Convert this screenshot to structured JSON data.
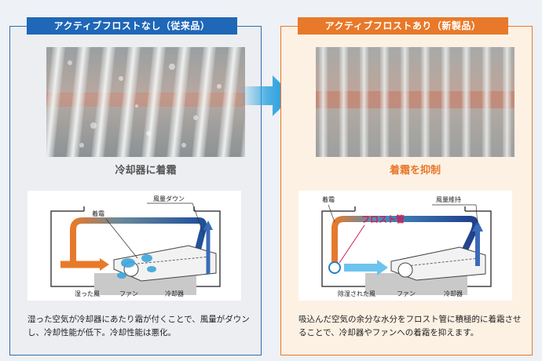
{
  "left": {
    "title": "アクティブフロストなし（従来品）",
    "caption": "冷却器に着霜",
    "labels": {
      "airflow_down": "風量ダウン",
      "frost": "着霜",
      "humid_air": "湿った風",
      "fan": "ファン",
      "cooler": "冷却器"
    },
    "description": "湿った空気が冷却器にあたり霜が付くことで、風量がダウンし、冷却性能が低下。冷却性能は悪化。"
  },
  "right": {
    "title": "アクティブフロストあり（新製品）",
    "caption": "着霜を抑制",
    "labels": {
      "frost": "着霜",
      "airflow_keep": "風量維持",
      "frost_tube": "フロスト管",
      "dehumidified_air": "除湿された風",
      "fan": "ファン",
      "cooler": "冷却器"
    },
    "description": "吸込んだ空気の余分な水分をフロスト管に積極的に着霜させることで、冷却器やファンへの着霜を抑えます。"
  },
  "colors": {
    "left_accent": "#1f67b7",
    "right_accent": "#e8792a",
    "arrow": "#2aa3e0",
    "frost_tube_label": "#d11c4f"
  },
  "icons": {
    "transition": "right-arrow-icon"
  }
}
